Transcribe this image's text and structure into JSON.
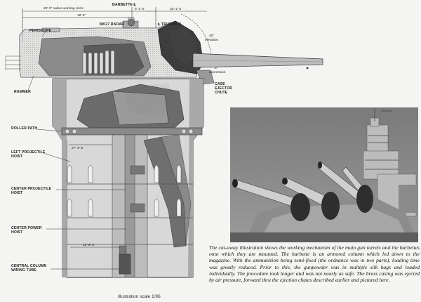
{
  "diagram": {
    "labels": {
      "barbette": "BARBETTE ℄",
      "radius": "23'-3\" radius working circle",
      "d_18_6": "18'-6\"",
      "d_5_1_5": "5'-1\".5",
      "d_33_1_5": "33'-1\".5",
      "periscope": "PERISCOPE",
      "mk27": "MK27 RADAR",
      "trunnion": "℄ TRUNNION",
      "elev": "45°",
      "elev2": "elevation",
      "depr": "5°",
      "depr2": "depression",
      "rammer": "RAMMER",
      "case_chute": "CASE\nEJECTOR\nCHUTE",
      "roller_path": "ROLLER PATH",
      "d_27_3_5": "27'-3\".5",
      "left_proj": "LEFT PROJECTILE\nHOIST",
      "center_proj": "CENTER PROJECTILE\nHOIST",
      "center_power": "CENTER POWER\nHOIST",
      "d_22_6_5": "22'-6\".5",
      "central_column": "CENTRAL COLUMN\nWIRING TUBE",
      "scale": "illustration scale 1/96"
    }
  },
  "caption": "The cut-away illustration shows the working mechanism of the main gun turrets and the barbettes onto which they are mounted. The barbette is an armored column which led down to the magazine. With the ammunition being semi-fixed (the ordnance was in two parts), loading time was greatly reduced. Prior to this, the gunpowder was in multiple silk bags and loaded individually. The procedure took longer and was not nearly as safe. The brass casing was ejected by air pressure, forward thru the ejection chutes described earlier and pictured here."
}
